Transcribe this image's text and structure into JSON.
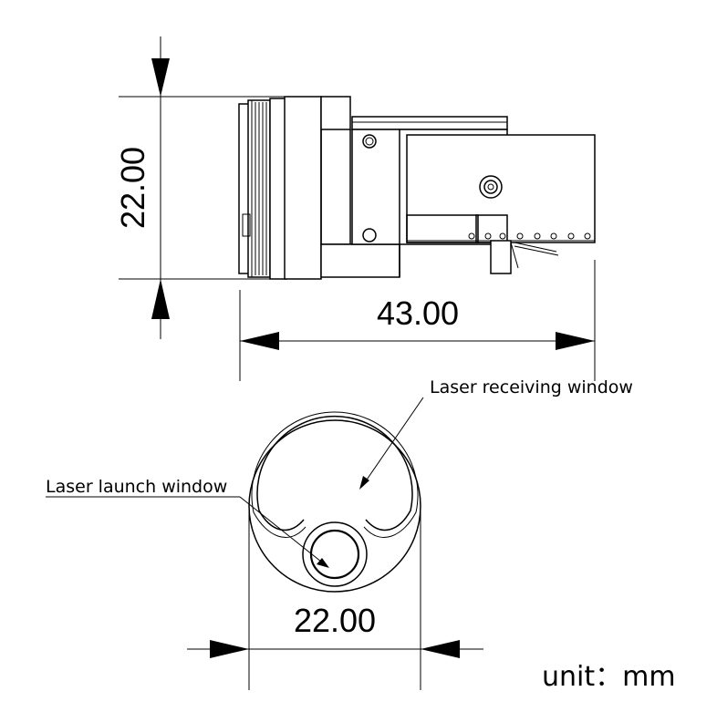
{
  "dimensions": {
    "height": "22.00",
    "length": "43.00",
    "diameter": "22.00"
  },
  "labels": {
    "receiving_window": "Laser receiving window",
    "launch_window": "Laser launch window"
  },
  "unit": "unit：mm"
}
